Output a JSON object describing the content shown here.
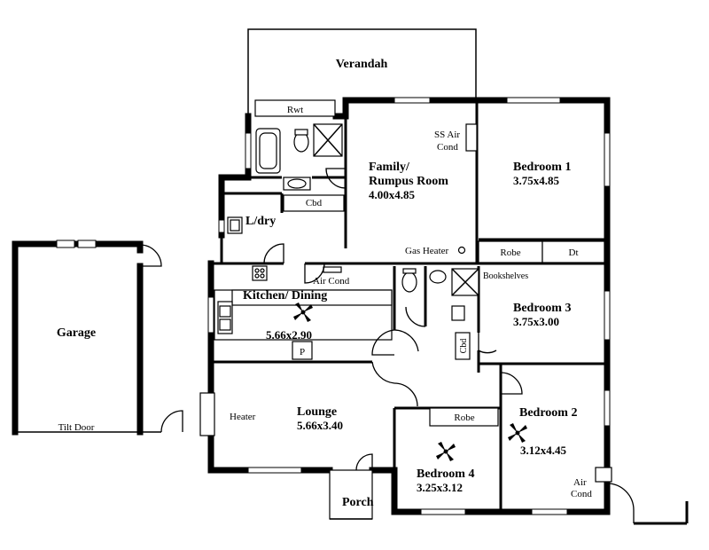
{
  "rooms": {
    "verandah": "Verandah",
    "family_name_1": "Family/",
    "family_name_2": "Rumpus Room",
    "family_dim": "4.00x4.85",
    "bed1_name": "Bedroom 1",
    "bed1_dim": "3.75x4.85",
    "laundry": "L/dry",
    "kitchen_name": "Kitchen/ Dining",
    "kitchen_dim": "5.66x2.90",
    "bed3_name": "Bedroom 3",
    "bed3_dim": "3.75x3.00",
    "garage": "Garage",
    "lounge_name": "Lounge",
    "lounge_dim": "5.66x3.40",
    "bed2_name": "Bedroom 2",
    "bed2_dim": "3.12x4.45",
    "bed4_name": "Bedroom 4",
    "bed4_dim": "3.25x3.12",
    "porch": "Porch"
  },
  "labels": {
    "rwt": "Rwt",
    "ss_air_1": "SS Air",
    "ss_air_2": "Cond",
    "cbd": "Cbd",
    "gas_heater": "Gas Heater",
    "robe_bed1": "Robe",
    "dt": "Dt",
    "air_cond_kitchen": "Air Cond",
    "bookshelves": "Bookshelves",
    "pantry": "P",
    "cbd_vertical": "Cbd",
    "tilt_door": "Tilt Door",
    "heater": "Heater",
    "robe_bed4": "Robe",
    "air_cond_bed2_1": "Air",
    "air_cond_bed2_2": "Cond"
  }
}
